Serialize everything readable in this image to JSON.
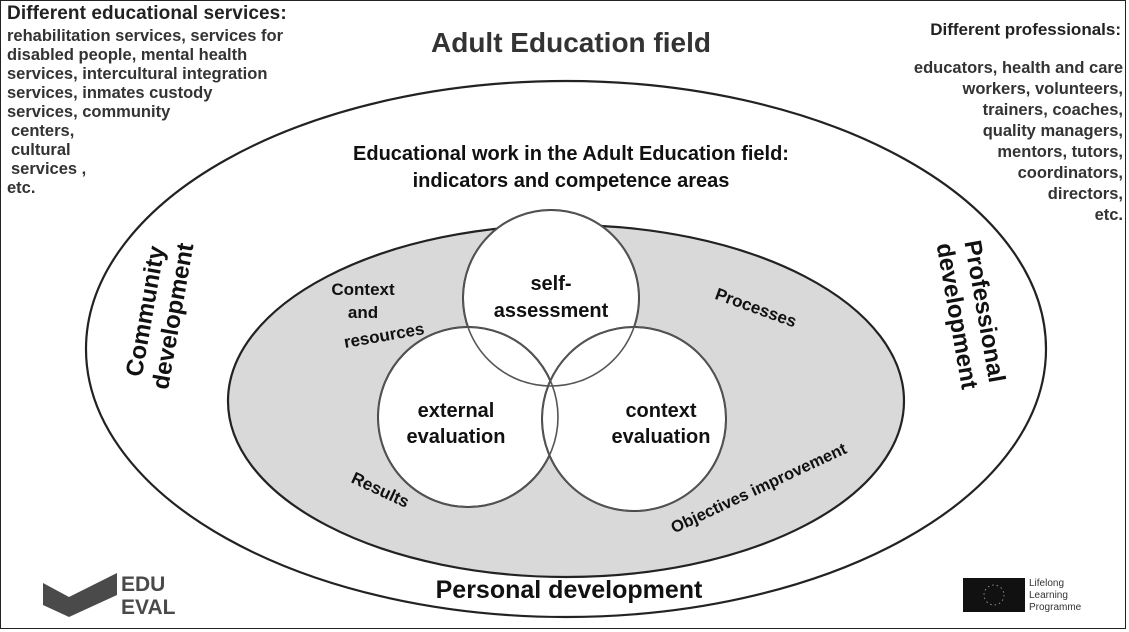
{
  "header": {
    "left_title": "Different educational services:",
    "left_items": [
      "rehabilitation services,  services for",
      "disabled people,  mental health",
      "services,  intercultural integration",
      "services, inmates  custody",
      "services, community",
      " centers,",
      "cultural",
      " services ,",
      "etc."
    ],
    "main_title": "Adult Education field",
    "right_title": "Different professionals:",
    "right_items": [
      "educators, health and care",
      "workers, volunteers,",
      "trainers, coaches,",
      "quality managers,",
      "mentors, tutors,",
      "coordinators,",
      "directors,",
      "etc."
    ]
  },
  "diagram": {
    "subtitle_lines": [
      "Educational work in the Adult Education field:",
      "indicators and competence areas"
    ],
    "community": [
      "Community",
      "development"
    ],
    "professional": [
      "Professional",
      "development"
    ],
    "personal": "Personal development",
    "areas": {
      "context_resources": [
        "Context",
        "and",
        "resources"
      ],
      "processes": "Processes",
      "results": "Results",
      "objectives": "Objectives improvement"
    },
    "circles": {
      "self": [
        "self-",
        "assessment"
      ],
      "external": [
        "external",
        "evaluation"
      ],
      "context": [
        "context",
        "evaluation"
      ]
    }
  },
  "logos": {
    "eduval": [
      "EDU",
      "EVAL"
    ],
    "llp": [
      "Lifelong",
      "Learning",
      "Programme"
    ]
  },
  "colors": {
    "inner_ellipse_fill": "#d9d9d9",
    "circle_fill": "#ffffff",
    "stroke": "#222222"
  }
}
